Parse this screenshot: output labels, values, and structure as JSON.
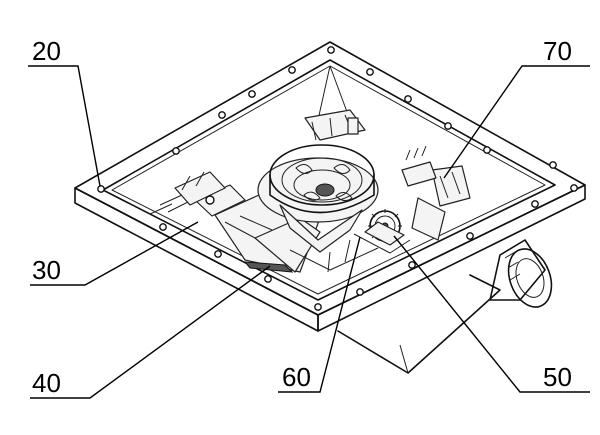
{
  "labels": {
    "l20": "20",
    "l30": "30",
    "l40": "40",
    "l50": "50",
    "l60": "60",
    "l70": "70"
  }
}
